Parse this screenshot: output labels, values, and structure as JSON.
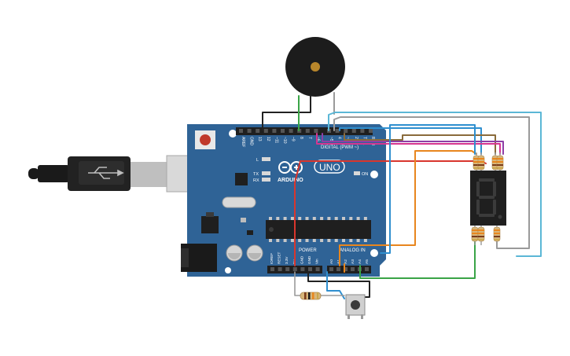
{
  "board": {
    "brand": "ARDUINO",
    "model": "UNO",
    "digital_label": "DIGITAL (PWM ~)",
    "power_label": "POWER",
    "analog_label": "ANALOG IN",
    "on_label": "ON",
    "l_label": "L",
    "tx_label": "TX",
    "rx_label": "RX",
    "digital_pins": [
      "AREF",
      "GND",
      "13",
      "12",
      "~11",
      "~10",
      "~9",
      "8",
      "7",
      "~6",
      "~5",
      "4",
      "~3",
      "2",
      "TX 1",
      "RX 0"
    ],
    "power_pins": [
      "IOREF",
      "RESET",
      "3.3V",
      "5V",
      "GND",
      "GND",
      "Vin"
    ],
    "analog_pins": [
      "A0",
      "A1",
      "A2",
      "A3",
      "A4",
      "A5"
    ]
  },
  "display": {
    "digit": "8."
  },
  "colors": {
    "board": "#2f6396",
    "wire_cyan": "#5bb7d6",
    "wire_blue": "#2f8fcf",
    "wire_orange": "#e8861e",
    "wire_red": "#d9362d",
    "wire_green": "#3aa447",
    "wire_gray": "#9a9a9a",
    "wire_brown": "#8a6b3b",
    "wire_pink": "#d6358f",
    "wire_black": "#222222"
  }
}
